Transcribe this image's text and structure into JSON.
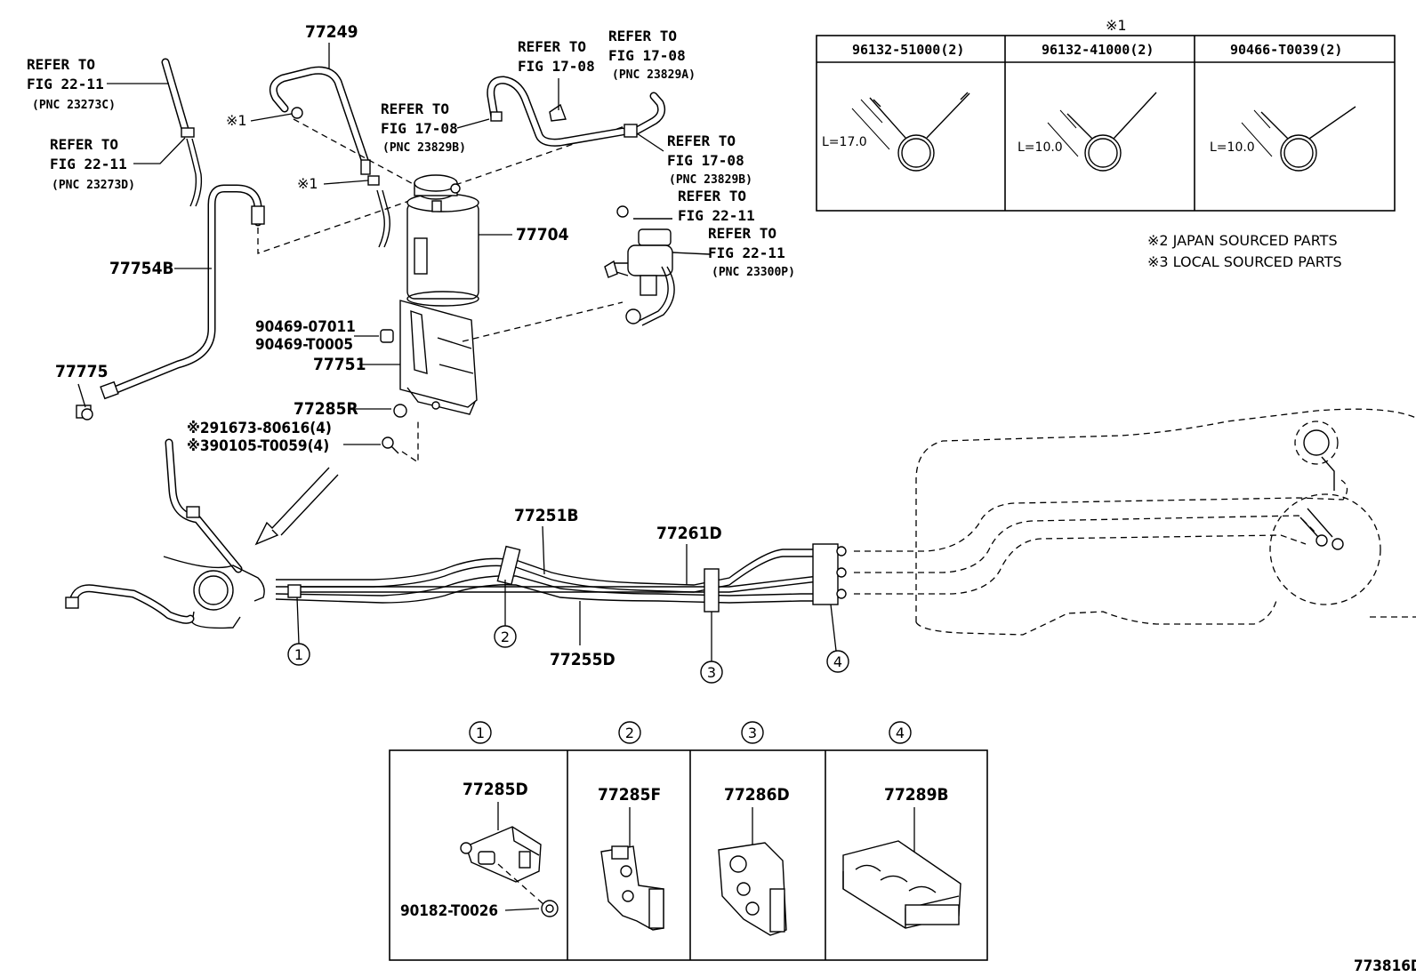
{
  "diagram_id": "773816D",
  "parts": {
    "p77249": "77249",
    "p77704": "77704",
    "p77754B": "77754B",
    "p77775": "77775",
    "p77751": "77751",
    "p90469a": "90469-07011",
    "p90469b": "90469-T0005",
    "p77285R": "77285R",
    "p91673": "※291673-80616(4)",
    "p90105": "※390105-T0059(4)",
    "p77251B": "77251B",
    "p77261D": "77261D",
    "p77255D": "77255D"
  },
  "refs": {
    "r1": [
      "REFER TO",
      "FIG 22-11",
      "(PNC 23273C)"
    ],
    "r2": [
      "REFER TO",
      "FIG 22-11",
      "(PNC 23273D)"
    ],
    "r3": [
      "REFER TO",
      "FIG 17-08",
      "(PNC 23829B)"
    ],
    "r4": [
      "REFER TO",
      "FIG 17-08"
    ],
    "r5": [
      "REFER TO",
      "FIG 17-08",
      "(PNC 23829A)"
    ],
    "r6": [
      "REFER TO",
      "FIG 17-08",
      "(PNC 23829B)"
    ],
    "r7": [
      "REFER TO",
      "FIG 22-11"
    ],
    "r8": [
      "REFER TO",
      "FIG 22-11",
      "(PNC 23300P)"
    ]
  },
  "marks": {
    "x1": "※1"
  },
  "clip_table": {
    "title": "※1",
    "columns": [
      {
        "part": "96132-51000(2)",
        "dim": "L=17.0"
      },
      {
        "part": "96132-41000(2)",
        "dim": "L=10.0"
      },
      {
        "part": "90466-T0039(2)",
        "dim": "L=10.0"
      }
    ]
  },
  "notes": [
    "※2 JAPAN SOURCED PARTS",
    "※3 LOCAL SOURCED PARTS"
  ],
  "callouts": [
    "1",
    "2",
    "3",
    "4"
  ],
  "detail_table": [
    {
      "num": "1",
      "part": "77285D",
      "sub": "90182-T0026"
    },
    {
      "num": "2",
      "part": "77285F"
    },
    {
      "num": "3",
      "part": "77286D"
    },
    {
      "num": "4",
      "part": "77289B"
    }
  ]
}
